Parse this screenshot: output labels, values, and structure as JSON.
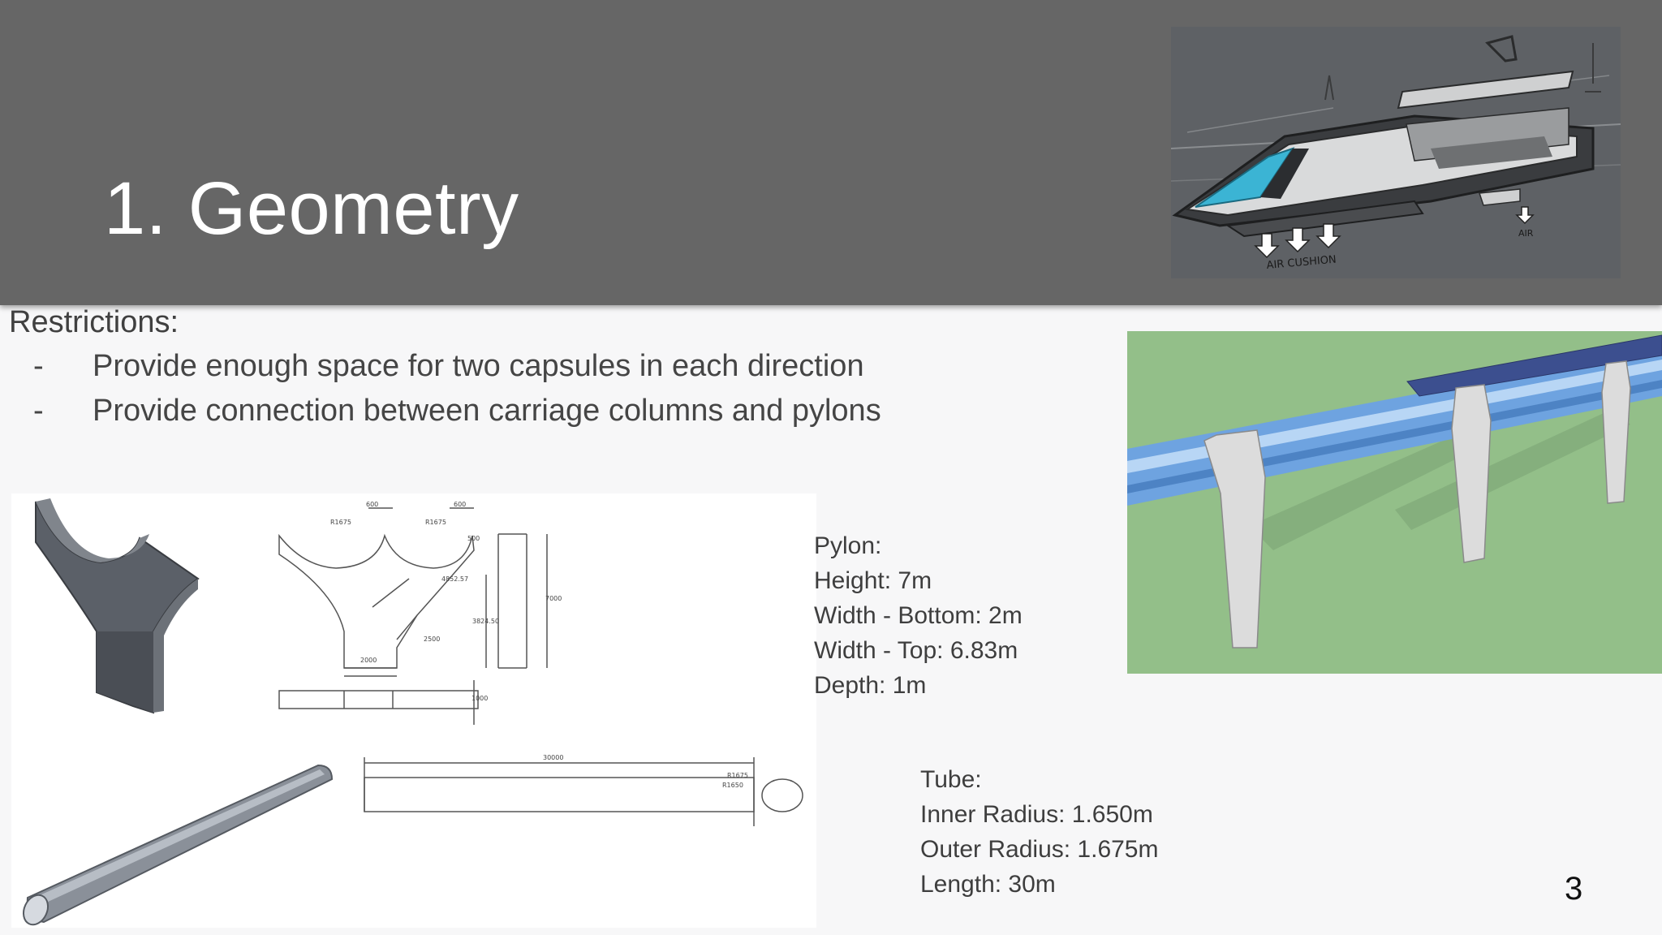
{
  "slide": {
    "title": "1. Geometry",
    "page_number": "3"
  },
  "restrictions": {
    "label": "Restrictions:",
    "items": [
      {
        "dash": "-",
        "text": "Provide enough space for two capsules in each direction"
      },
      {
        "dash": "-",
        "text": "Provide connection between carriage columns and pylons"
      }
    ]
  },
  "hero_sketch": {
    "annotation_air_cushion": "AIR CUSHION",
    "annotation_air": "AIR"
  },
  "drawing_labels": {
    "r1": "R1675",
    "r2": "R1675",
    "w1": "600",
    "w2": "600",
    "d1": "500",
    "d2": "4852.57",
    "d3": "3824.50",
    "d4": "7000",
    "d5": "2500",
    "d6": "2000",
    "d7": "1000",
    "tube_len": "30000",
    "tube_r1": "R1675",
    "tube_r2": "R1650"
  },
  "pylon": {
    "heading": "Pylon:",
    "height": "Height: 7m",
    "width_bottom": "Width - Bottom: 2m",
    "width_top": "Width - Top: 6.83m",
    "depth": "Depth: 1m"
  },
  "tube": {
    "heading": "Tube:",
    "inner_radius": "Inner Radius: 1.650m",
    "outer_radius": "Outer Radius: 1.675m",
    "length": "Length: 30m"
  }
}
